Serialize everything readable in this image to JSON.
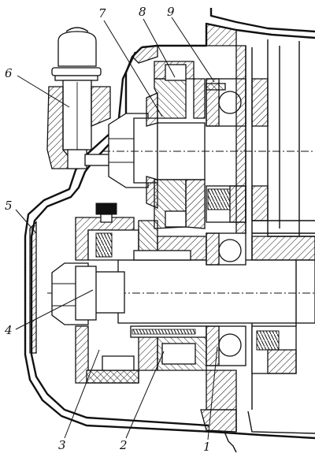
{
  "callouts": [
    {
      "id": "1",
      "text": "1"
    },
    {
      "id": "2",
      "text": "2"
    },
    {
      "id": "3",
      "text": "3"
    },
    {
      "id": "4",
      "text": "4"
    },
    {
      "id": "5",
      "text": "5"
    },
    {
      "id": "6",
      "text": "6"
    },
    {
      "id": "7",
      "text": "7"
    },
    {
      "id": "8",
      "text": "8"
    },
    {
      "id": "9",
      "text": "9"
    }
  ],
  "colors": {
    "ink": "#111111",
    "paper": "#ffffff"
  }
}
